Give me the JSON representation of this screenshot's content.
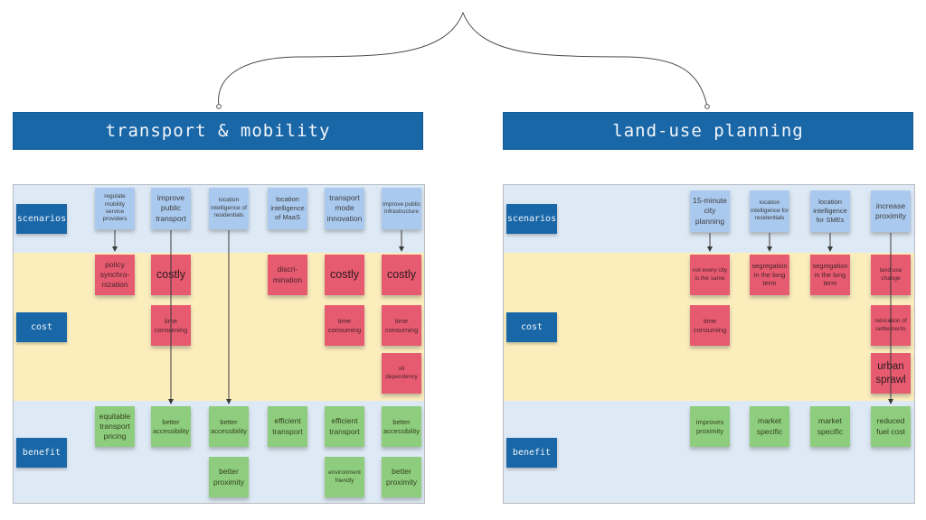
{
  "colors": {
    "header_blue": "#1a67a8",
    "scenario_note_blue": "#a9c9ee",
    "cost_note_red": "#e75b70",
    "benefit_note_green": "#8ecd7d",
    "scenario_band": "#dde9f5",
    "cost_band": "#fceebc",
    "benefit_band": "#dde9f5"
  },
  "panels": [
    {
      "title": "transport & mobility",
      "row_labels": [
        "scenarios",
        "cost",
        "benefit"
      ],
      "columns": [
        {
          "scenario": {
            "text": "regulate mobility service providers",
            "size": "xs"
          },
          "arrow": "short",
          "costs": [
            {
              "text": "policy synchro- nization",
              "size": "md"
            }
          ],
          "benefits": [
            {
              "text": "equitable transport pricing",
              "size": "md"
            }
          ]
        },
        {
          "scenario": {
            "text": "improve public transport",
            "size": "md"
          },
          "arrow": "long",
          "costs": [
            {
              "text": "costly",
              "size": "lg"
            },
            {
              "text": "time consuming",
              "size": "sm"
            }
          ],
          "benefits": [
            {
              "text": "better accessibility",
              "size": "sm"
            }
          ]
        },
        {
          "scenario": {
            "text": "location intelligence of residentials",
            "size": "xs"
          },
          "arrow": "long",
          "costs": [],
          "benefits": [
            {
              "text": "better accessibility",
              "size": "sm"
            },
            {
              "text": "better proximity",
              "size": "md"
            }
          ]
        },
        {
          "scenario": {
            "text": "location intelligence of MaaS",
            "size": "sm"
          },
          "arrow": "none",
          "costs": [
            {
              "text": "discri- mination",
              "size": "md"
            }
          ],
          "benefits": [
            {
              "text": "efficient transport",
              "size": "md"
            }
          ]
        },
        {
          "scenario": {
            "text": "transport mode innovation",
            "size": "md"
          },
          "arrow": "none",
          "costs": [
            {
              "text": "costly",
              "size": "lg"
            },
            {
              "text": "time consuming",
              "size": "sm"
            }
          ],
          "benefits": [
            {
              "text": "efficient transport",
              "size": "md"
            },
            {
              "text": "environment friendly",
              "size": "xs"
            }
          ]
        },
        {
          "scenario": {
            "text": "improve public infrastructure",
            "size": "xs"
          },
          "arrow": "short",
          "costs": [
            {
              "text": "costly",
              "size": "lg"
            },
            {
              "text": "time consuming",
              "size": "sm"
            },
            {
              "text": "oil dependency",
              "size": "xs"
            }
          ],
          "benefits": [
            {
              "text": "better accessibility",
              "size": "sm"
            },
            {
              "text": "better proximity",
              "size": "md"
            }
          ]
        }
      ]
    },
    {
      "title": "land-use planning",
      "row_labels": [
        "scenarios",
        "cost",
        "benefit"
      ],
      "columns": [
        {
          "scenario": {
            "text": "15-minute city planning",
            "size": "md"
          },
          "arrow": "short",
          "costs": [
            {
              "text": "not every city is the same",
              "size": "xs"
            },
            {
              "text": "time consuming",
              "size": "sm"
            }
          ],
          "benefits": [
            {
              "text": "improves proximity",
              "size": "sm"
            }
          ]
        },
        {
          "scenario": {
            "text": "location intelligence for residentials",
            "size": "xs"
          },
          "arrow": "short",
          "costs": [
            {
              "text": "segregation in the long term",
              "size": "sm"
            }
          ],
          "benefits": [
            {
              "text": "market specific",
              "size": "md"
            }
          ]
        },
        {
          "scenario": {
            "text": "location intelligence for SMEs",
            "size": "sm"
          },
          "arrow": "short",
          "costs": [
            {
              "text": "segregation in the long term",
              "size": "sm"
            }
          ],
          "benefits": [
            {
              "text": "market specific",
              "size": "md"
            }
          ]
        },
        {
          "scenario": {
            "text": "increase proximity",
            "size": "md"
          },
          "arrow": "long",
          "costs": [
            {
              "text": "land use change",
              "size": "xs"
            },
            {
              "text": "relocation of settlements",
              "size": "xs"
            },
            {
              "text": "urban sprawl",
              "size": "ml"
            }
          ],
          "benefits": [
            {
              "text": "reduced fuel cost",
              "size": "md"
            }
          ]
        }
      ]
    }
  ]
}
